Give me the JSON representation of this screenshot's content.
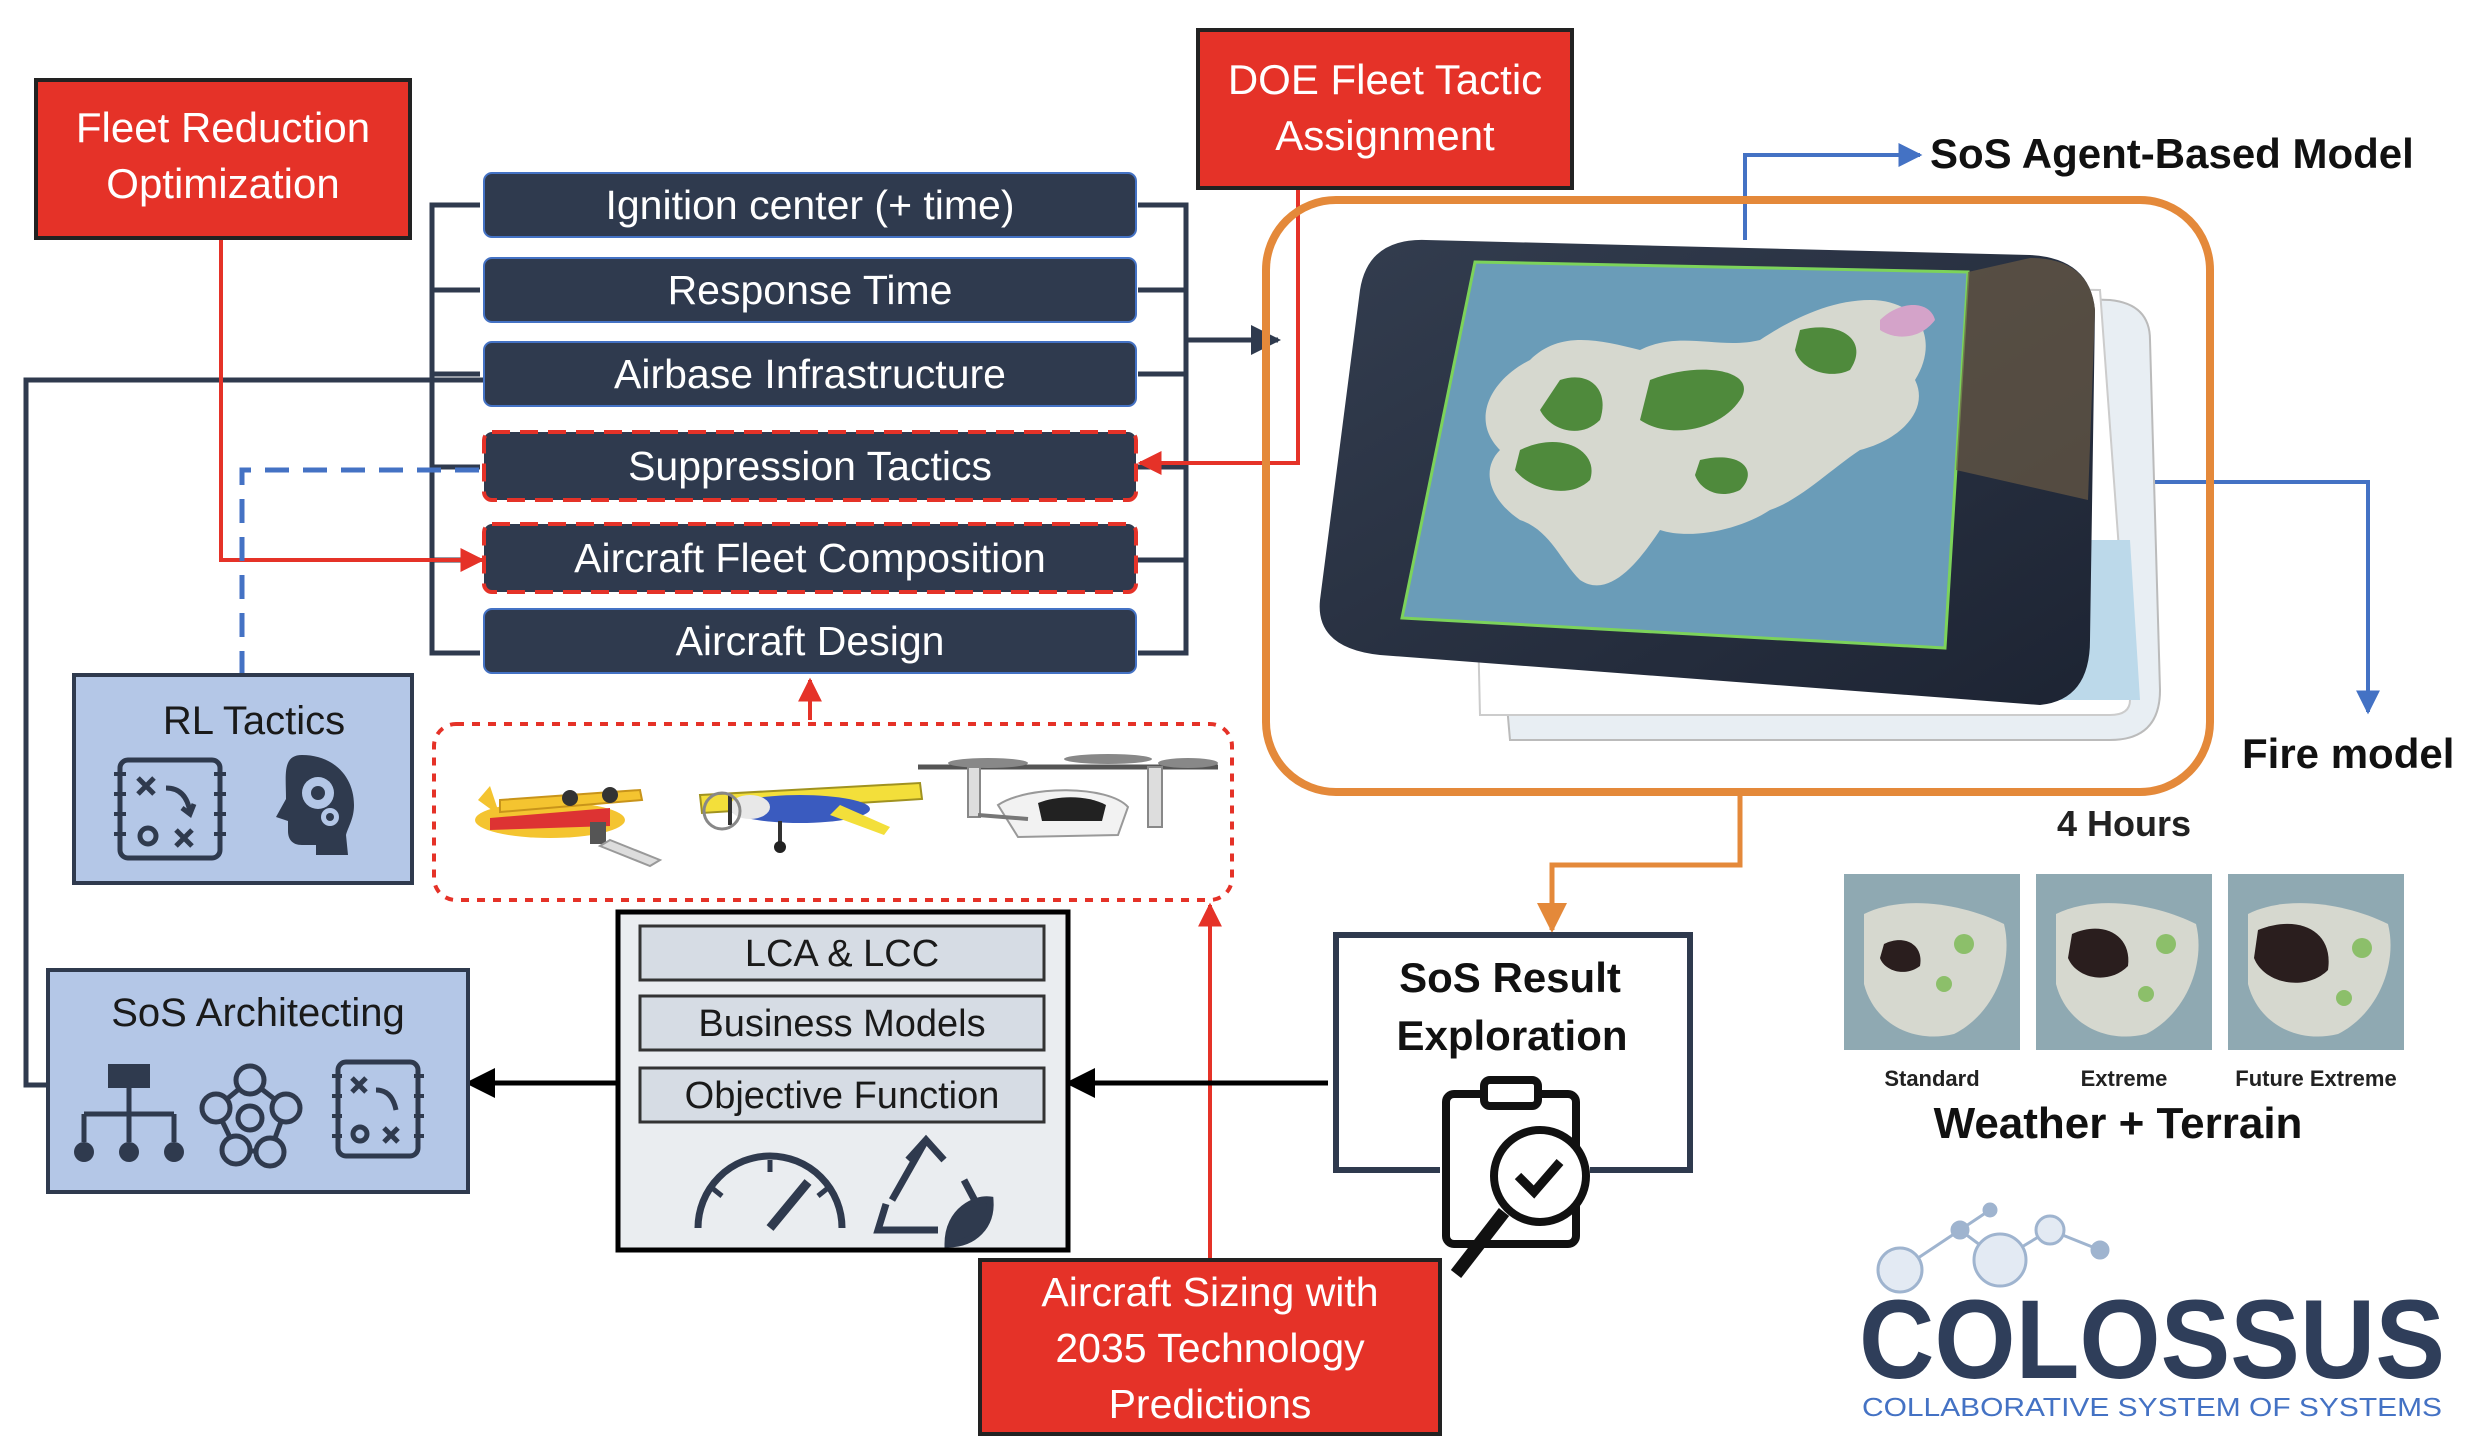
{
  "boxes": {
    "fleet_reduction": [
      "Fleet Reduction",
      "Optimization"
    ],
    "doe_fleet_tactic": [
      "DOE Fleet Tactic",
      "Assignment"
    ],
    "rl_tactics": "RL Tactics",
    "sos_architecting": "SoS Architecting",
    "sos_result": [
      "SoS Result",
      "Exploration"
    ],
    "aircraft_sizing": [
      "Aircraft Sizing with",
      "2035 Technology",
      "Predictions"
    ]
  },
  "inputs": [
    "Ignition center (+ time)",
    "Response Time",
    "Airbase Infrastructure",
    "Suppression Tactics",
    "Aircraft Fleet Composition",
    "Aircraft Design"
  ],
  "evaluation": [
    "LCA & LCC",
    "Business Models",
    "Objective Function"
  ],
  "labels": {
    "sos_abm": "SoS Agent-Based Model",
    "fire_model": "Fire model",
    "four_hours": "4 Hours",
    "weather_terrain": "Weather + Terrain"
  },
  "scenarios": [
    "Standard",
    "Extreme",
    "Future Extreme"
  ],
  "logo": {
    "name": "COLOSSUS",
    "subtitle": "COLLABORATIVE SYSTEM OF SYSTEMS"
  },
  "icons": [
    "tactics-board-icon",
    "head-gear-icon",
    "hierarchy-icon",
    "network-icon",
    "clipboard-check-icon",
    "speedometer-icon",
    "recycle-leaf-icon",
    "airplane-icon"
  ],
  "colors": {
    "navy": "#2f3a4e",
    "red": "#e53228",
    "blue_light": "#b4c7e7",
    "orange": "#e4893a",
    "arrow_blue": "#4472c4",
    "eval_bg": "#eaedf0"
  }
}
